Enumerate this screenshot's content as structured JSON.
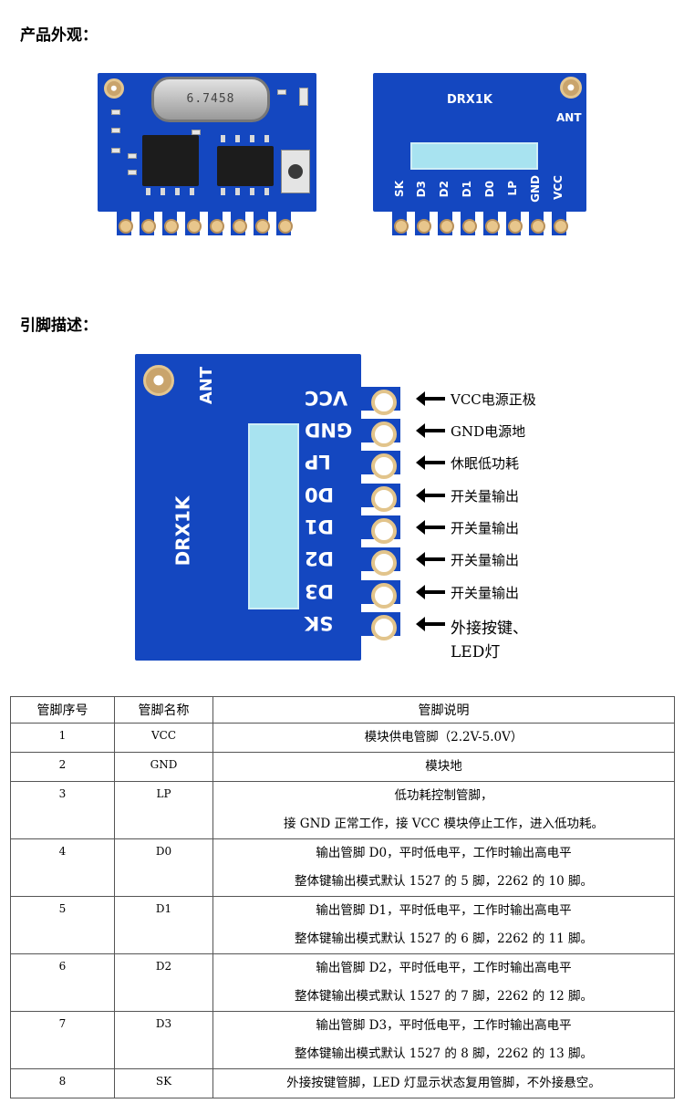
{
  "sections": {
    "appearance_title": "产品外观：",
    "pins_title": "引脚描述："
  },
  "board": {
    "crystal_label": "6.7458",
    "model": "DRX1K",
    "ant": "ANT",
    "back_pin_labels": [
      "SK",
      "D3",
      "D2",
      "D1",
      "D0",
      "LP",
      "GND",
      "VCC"
    ]
  },
  "pin_diagram": [
    {
      "name": "VCC",
      "desc": "VCC电源正极"
    },
    {
      "name": "GND",
      "desc": "GND电源地"
    },
    {
      "name": "LP",
      "desc": "休眠低功耗"
    },
    {
      "name": "D0",
      "desc": "开关量输出"
    },
    {
      "name": "D1",
      "desc": "开关量输出"
    },
    {
      "name": "D2",
      "desc": "开关量输出"
    },
    {
      "name": "D3",
      "desc": "开关量输出"
    },
    {
      "name": "SK",
      "desc": "外接按键、",
      "desc2": "LED灯"
    }
  ],
  "table": {
    "headers": [
      "管脚序号",
      "管脚名称",
      "管脚说明"
    ],
    "rows": [
      {
        "no": "1",
        "name": "VCC",
        "lines": [
          "模块供电管脚（2.2V-5.0V）"
        ]
      },
      {
        "no": "2",
        "name": "GND",
        "lines": [
          "模块地"
        ]
      },
      {
        "no": "3",
        "name": "LP",
        "lines": [
          "低功耗控制管脚，",
          "接 GND 正常工作，接 VCC 模块停止工作，进入低功耗。"
        ]
      },
      {
        "no": "4",
        "name": "D0",
        "lines": [
          "输出管脚 D0，平时低电平，工作时输出高电平",
          "整体键输出模式默认 1527 的 5 脚，2262 的 10 脚。"
        ]
      },
      {
        "no": "5",
        "name": "D1",
        "lines": [
          "输出管脚 D1，平时低电平，工作时输出高电平",
          "整体键输出模式默认 1527 的 6 脚，2262 的 11 脚。"
        ]
      },
      {
        "no": "6",
        "name": "D2",
        "lines": [
          "输出管脚 D2，平时低电平，工作时输出高电平",
          "整体键输出模式默认 1527 的 7 脚，2262 的 12 脚。"
        ]
      },
      {
        "no": "7",
        "name": "D3",
        "lines": [
          "输出管脚 D3，平时低电平，工作时输出高电平",
          "整体键输出模式默认 1527 的 8 脚，2262 的 13 脚。"
        ]
      },
      {
        "no": "8",
        "name": "SK",
        "lines": [
          "外接按键管脚，LED 灯显示状态复用管脚，不外接悬空。"
        ]
      }
    ]
  }
}
